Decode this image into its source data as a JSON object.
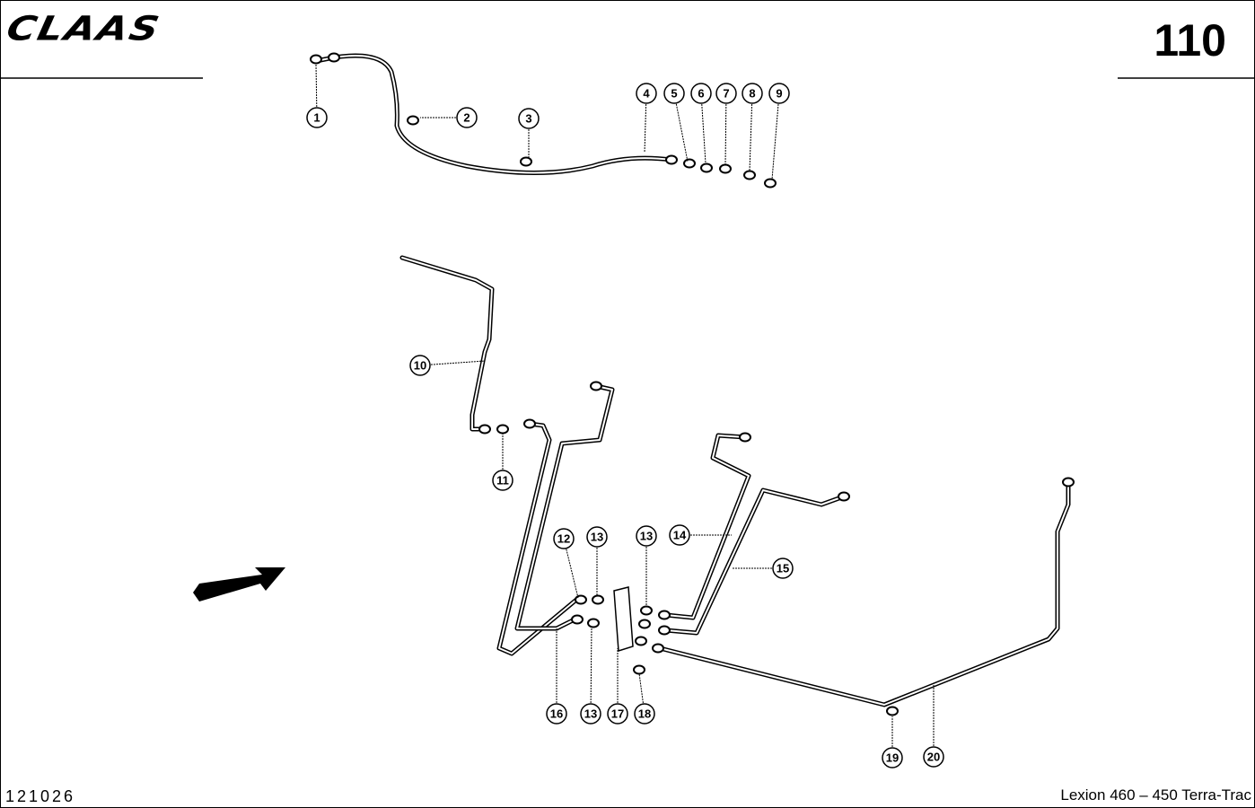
{
  "header": {
    "brand": "CLAAS",
    "page_number": "110"
  },
  "footer": {
    "drawing_number": "121026",
    "model": "Lexion 460 – 450 Terra-Trac"
  },
  "callouts": [
    "1",
    "2",
    "3",
    "4",
    "5",
    "6",
    "7",
    "8",
    "9",
    "10",
    "11",
    "12",
    "13",
    "13",
    "14",
    "15",
    "16",
    "13",
    "17",
    "18",
    "19",
    "20"
  ],
  "icons": {
    "direction_arrow": "arrow-icon"
  }
}
